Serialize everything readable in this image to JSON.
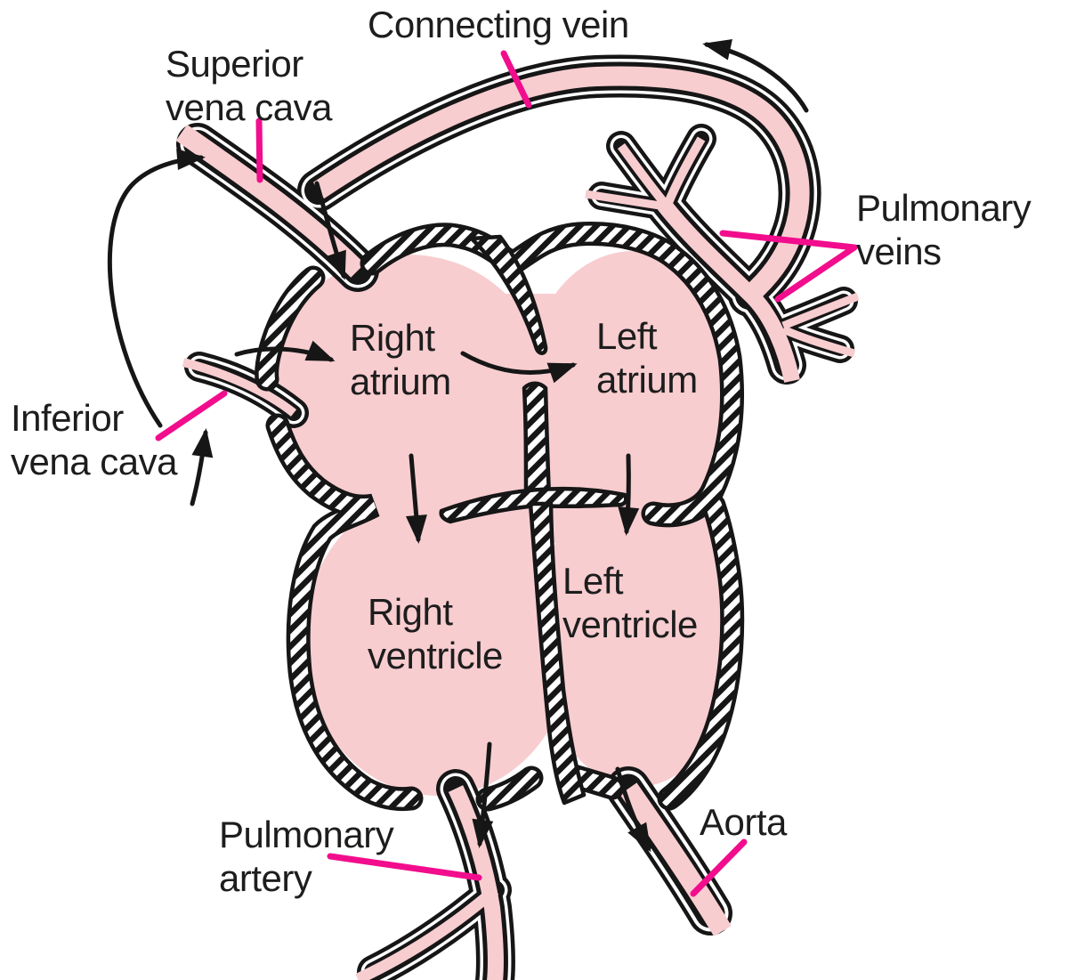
{
  "title": "Heart and great vessels circulation diagram",
  "colors": {
    "lumen_pink": "#f8cdd0",
    "wall_black": "#161616",
    "leader_magenta": "#f20d8d",
    "text": "#1d1d1d",
    "background": "#ffffff"
  },
  "labels": {
    "connecting_vein": "Connecting vein",
    "superior_vena_cava": "Superior\nvena cava",
    "pulmonary_veins": "Pulmonary\nveins",
    "right_atrium": "Right\natrium",
    "left_atrium": "Left\natrium",
    "inferior_vena_cava": "Inferior\nvena cava",
    "right_ventricle": "Right\nventricle",
    "left_ventricle": "Left\nventricle",
    "pulmonary_artery": "Pulmonary\nartery",
    "aorta": "Aorta"
  }
}
